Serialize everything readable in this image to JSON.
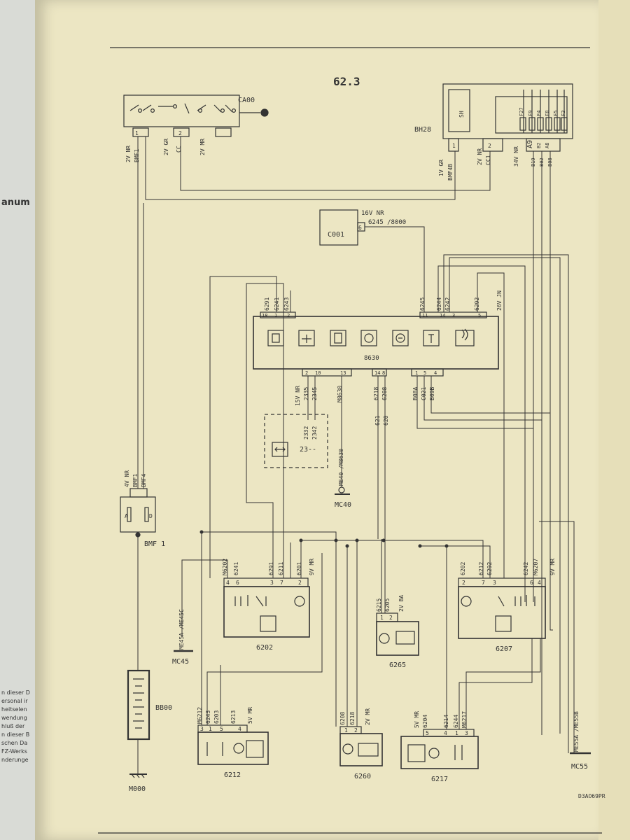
{
  "page": {
    "section_number": "62.3",
    "reference_code": "D3AO69PR"
  },
  "background_snippets": [
    "anum",
    "n dieser D",
    "ersonal ir",
    "heitselen",
    "wendung",
    "hluß der",
    "n dieser B",
    "schen Da",
    "FZ-Werks",
    "nderunge"
  ],
  "components": {
    "CA00": "CA00",
    "BH28": "BH28",
    "C001": "C001",
    "8630": "8630",
    "BMF1": "BMF 1",
    "BB00": "BB00",
    "M000": "M000",
    "MC40": "MC40",
    "MC45": "MC45",
    "MC55": "MC55",
    "6202": "6202",
    "6207": "6207",
    "6212": "6212",
    "6217": "6217",
    "6260": "6260",
    "6265": "6265",
    "23": "23--"
  },
  "labels": {
    "ca00_pins": [
      "1",
      "2"
    ],
    "ca00_conn": [
      "2V NR",
      "2V GR",
      "2V MR"
    ],
    "ca00_wire": [
      "BMF1",
      "CC"
    ],
    "bh28_inner": [
      "SH",
      "F27",
      "F9",
      "F4",
      "F8",
      "F5",
      "F3"
    ],
    "bh28_pins": [
      "1",
      "2"
    ],
    "bh28_conn": [
      "1V GR",
      "2V NR",
      "34V NR"
    ],
    "bh28_wire": [
      "BMF4B",
      "CC1"
    ],
    "bh28_terms": [
      "A9",
      "B2",
      "A8",
      "B19",
      "B02",
      "B08"
    ],
    "c001_conn": "16V NR",
    "c001_wire": "6245 /8000",
    "c001_pin": "6",
    "i8630_top_pins": [
      "18",
      "1",
      "2",
      "11",
      "14",
      "3",
      "5"
    ],
    "i8630_top_wires": [
      "6291",
      "6241",
      "6243",
      "6245",
      "6244",
      "6242",
      "6292"
    ],
    "i8630_top_conn": "26V JN",
    "i8630_bot_pins": [
      "2",
      "10",
      "13",
      "14",
      "8",
      "1",
      "5",
      "4"
    ],
    "i8630_bot_wires": [
      "2335",
      "2345",
      "M8630",
      "6218",
      "6208",
      "B08A",
      "C021",
      "B09B"
    ],
    "i8630_bot_conn": "15V NR",
    "i8630_mid_wires": [
      "621",
      "620"
    ],
    "box23_wires": [
      "2332",
      "2342"
    ],
    "mc40_wire": "ME40 /M8630",
    "bmf1_conn": "4V NR",
    "bmf1_wires": [
      "BMF1",
      "BMF4"
    ],
    "bmf1_pins": [
      "A",
      "D"
    ],
    "mc45_wire": "ME45A /ME45C",
    "mc55_wire": "ME55A /ME55B",
    "c6202_wires": [
      "M6202",
      "6241",
      "6291",
      "6211",
      "6201"
    ],
    "c6202_pins": [
      "4",
      "6",
      "3",
      "7",
      "2"
    ],
    "c6202_conn": "9V MR",
    "c6207_wires": [
      "6202",
      "6212",
      "6292",
      "6242",
      "M6207"
    ],
    "c6207_pins": [
      "2",
      "7",
      "3",
      "6",
      "4"
    ],
    "c6207_conn": "9V MR",
    "c6212_wires": [
      "M6212",
      "6243",
      "6203",
      "6213"
    ],
    "c6212_pins": [
      "3",
      "1",
      "5",
      "4"
    ],
    "c6212_conn": "5V MR",
    "c6217_wires": [
      "6204",
      "6214",
      "6244",
      "M6217"
    ],
    "c6217_pins": [
      "5",
      "4",
      "1",
      "3"
    ],
    "c6217_conn": "5V MR",
    "c6260_wires": [
      "6208",
      "6218"
    ],
    "c6260_pins": [
      "1",
      "2"
    ],
    "c6260_conn": "2V MR",
    "c6265_wires": [
      "6215",
      "6205"
    ],
    "c6265_pins": [
      "1",
      "2"
    ],
    "c6265_conn": "2V BA"
  },
  "colors": {
    "paper": "#ece6c3",
    "ink": "#333333"
  }
}
